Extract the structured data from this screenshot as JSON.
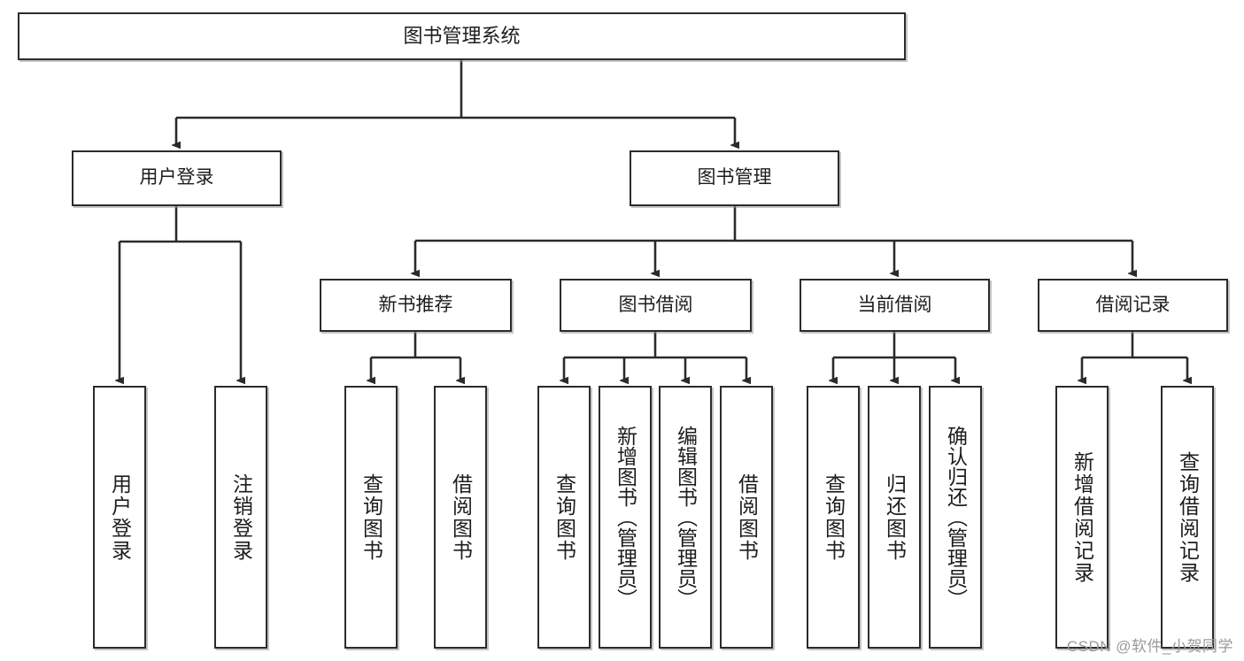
{
  "diagram": {
    "title": "图书管理系统",
    "type": "tree",
    "watermark": "CSDN @软件_小贺同学",
    "colors": {
      "box_border": "#2b2b2b",
      "box_fill": "#ffffff",
      "connector": "#2b2b2b",
      "text": "#1d1d1d",
      "watermark": "#9a9a9a"
    },
    "nodes": {
      "root": {
        "label": "图书管理系统"
      },
      "level2": [
        {
          "label": "用户登录"
        },
        {
          "label": "图书管理"
        }
      ],
      "level3": [
        {
          "label": "新书推荐"
        },
        {
          "label": "图书借阅"
        },
        {
          "label": "当前借阅"
        },
        {
          "label": "借阅记录"
        }
      ],
      "leaves": {
        "user_login": [
          {
            "label": "用户登录"
          },
          {
            "label": "注销登录"
          }
        ],
        "new_book": [
          {
            "label": "查询图书"
          },
          {
            "label": "借阅图书"
          }
        ],
        "book_borrow": [
          {
            "label": "查询图书"
          },
          {
            "label": "新增图书（管理员）"
          },
          {
            "label": "编辑图书（管理员）"
          },
          {
            "label": "借阅图书"
          }
        ],
        "current_borrow": [
          {
            "label": "查询图书"
          },
          {
            "label": "归还图书"
          },
          {
            "label": "确认归还（管理员）"
          }
        ],
        "borrow_record": [
          {
            "label": "新增借阅记录"
          },
          {
            "label": "查询借阅记录"
          }
        ]
      }
    }
  }
}
